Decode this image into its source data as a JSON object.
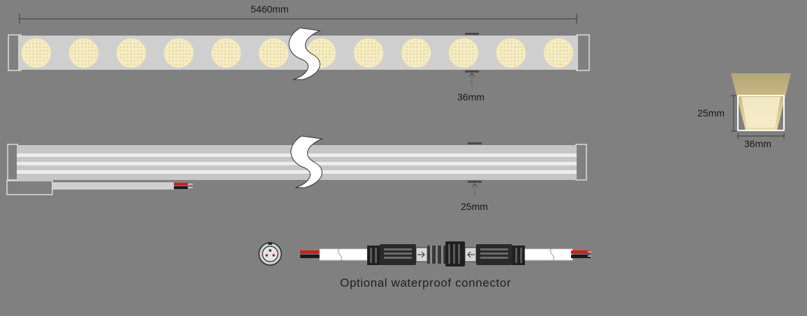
{
  "labels": {
    "length": "5460mm",
    "front_width": "36mm",
    "side_height": "25mm",
    "section_height": "25mm",
    "section_width": "36mm",
    "connector_caption": "Optional waterproof connector"
  },
  "front_view": {
    "led_count": 12
  },
  "colors": {
    "background": "#808080",
    "housing": "#cfcfcf",
    "led": "#f6edc4",
    "light_beam": "#e8cf8a",
    "break_mark": "#ffffff",
    "wire_red": "#d11f1f",
    "wire_black": "#1a1a1a",
    "connector": "#2a2a2a"
  }
}
